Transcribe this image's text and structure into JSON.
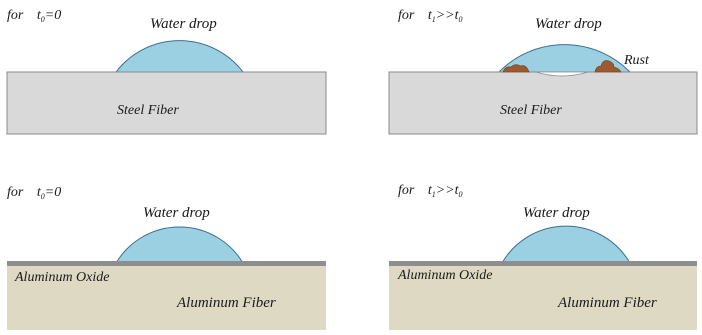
{
  "panels": [
    {
      "condition": {
        "prefix": "for",
        "var": "t",
        "sub": "0",
        "rel": "=",
        "rhs": "0",
        "rhs_sub": ""
      },
      "drop_label": "Water drop",
      "substrate_label": "Steel Fiber",
      "rust_label": "",
      "oxide_label": ""
    },
    {
      "condition": {
        "prefix": "for",
        "var": "t",
        "sub": "1",
        "rel": ">>",
        "rhs": "t",
        "rhs_sub": "0"
      },
      "drop_label": "Water drop",
      "substrate_label": "Steel Fiber",
      "rust_label": "Rust",
      "oxide_label": ""
    },
    {
      "condition": {
        "prefix": "for",
        "var": "t",
        "sub": "0",
        "rel": "=",
        "rhs": "0",
        "rhs_sub": ""
      },
      "drop_label": "Water drop",
      "substrate_label": "Aluminum Fiber",
      "rust_label": "",
      "oxide_label": "Aluminum Oxide"
    },
    {
      "condition": {
        "prefix": "for",
        "var": "t",
        "sub": "1",
        "rel": ">>",
        "rhs": "t",
        "rhs_sub": "0"
      },
      "drop_label": "Water drop",
      "substrate_label": "Aluminum Fiber",
      "rust_label": "",
      "oxide_label": "Aluminum Oxide"
    }
  ],
  "colors": {
    "water": "#9bd0e3",
    "water_edge": "#3a6e95",
    "steel": "#d9d9d9",
    "steel_edge": "#8a8a8a",
    "aluminum": "#ddd9c3",
    "oxide": "#8e8e8e",
    "rust": "#9c5a2e"
  }
}
